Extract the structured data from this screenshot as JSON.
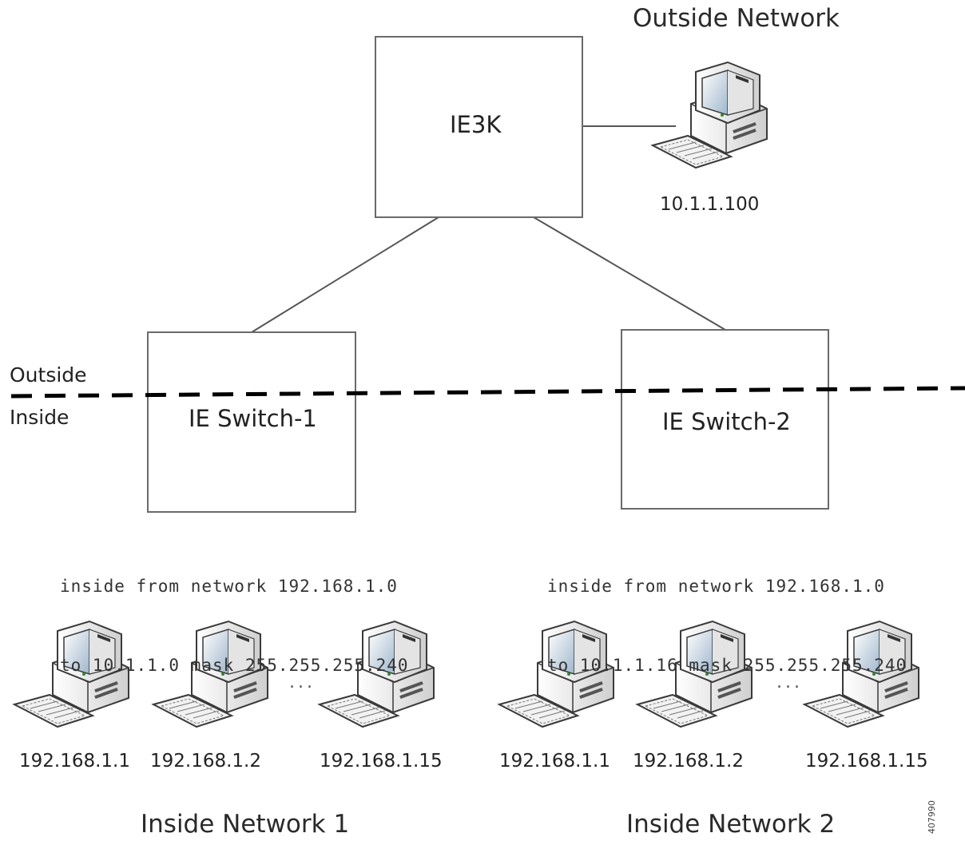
{
  "outside_network": {
    "title": "Outside Network",
    "host_ip": "10.1.1.100"
  },
  "core": {
    "label": "IE3K"
  },
  "zones": {
    "outside": "Outside",
    "inside": "Inside"
  },
  "switches": [
    {
      "label": "IE Switch-1",
      "nat_rule_line1": "inside from network 192.168.1.0",
      "nat_rule_line2": "to 10.1.1.0 mask 255.255.255.240",
      "network_name": "Inside Network 1",
      "hosts": [
        "192.168.1.1",
        "192.168.1.2",
        "192.168.1.15"
      ]
    },
    {
      "label": "IE Switch-2",
      "nat_rule_line1": "inside from network 192.168.1.0",
      "nat_rule_line2": "to 10.1.1.16 mask 255.255.255.240",
      "network_name": "Inside Network 2",
      "hosts": [
        "192.168.1.1",
        "192.168.1.2",
        "192.168.1.15"
      ]
    }
  ],
  "ellipsis": "...",
  "figure_id": "407990"
}
